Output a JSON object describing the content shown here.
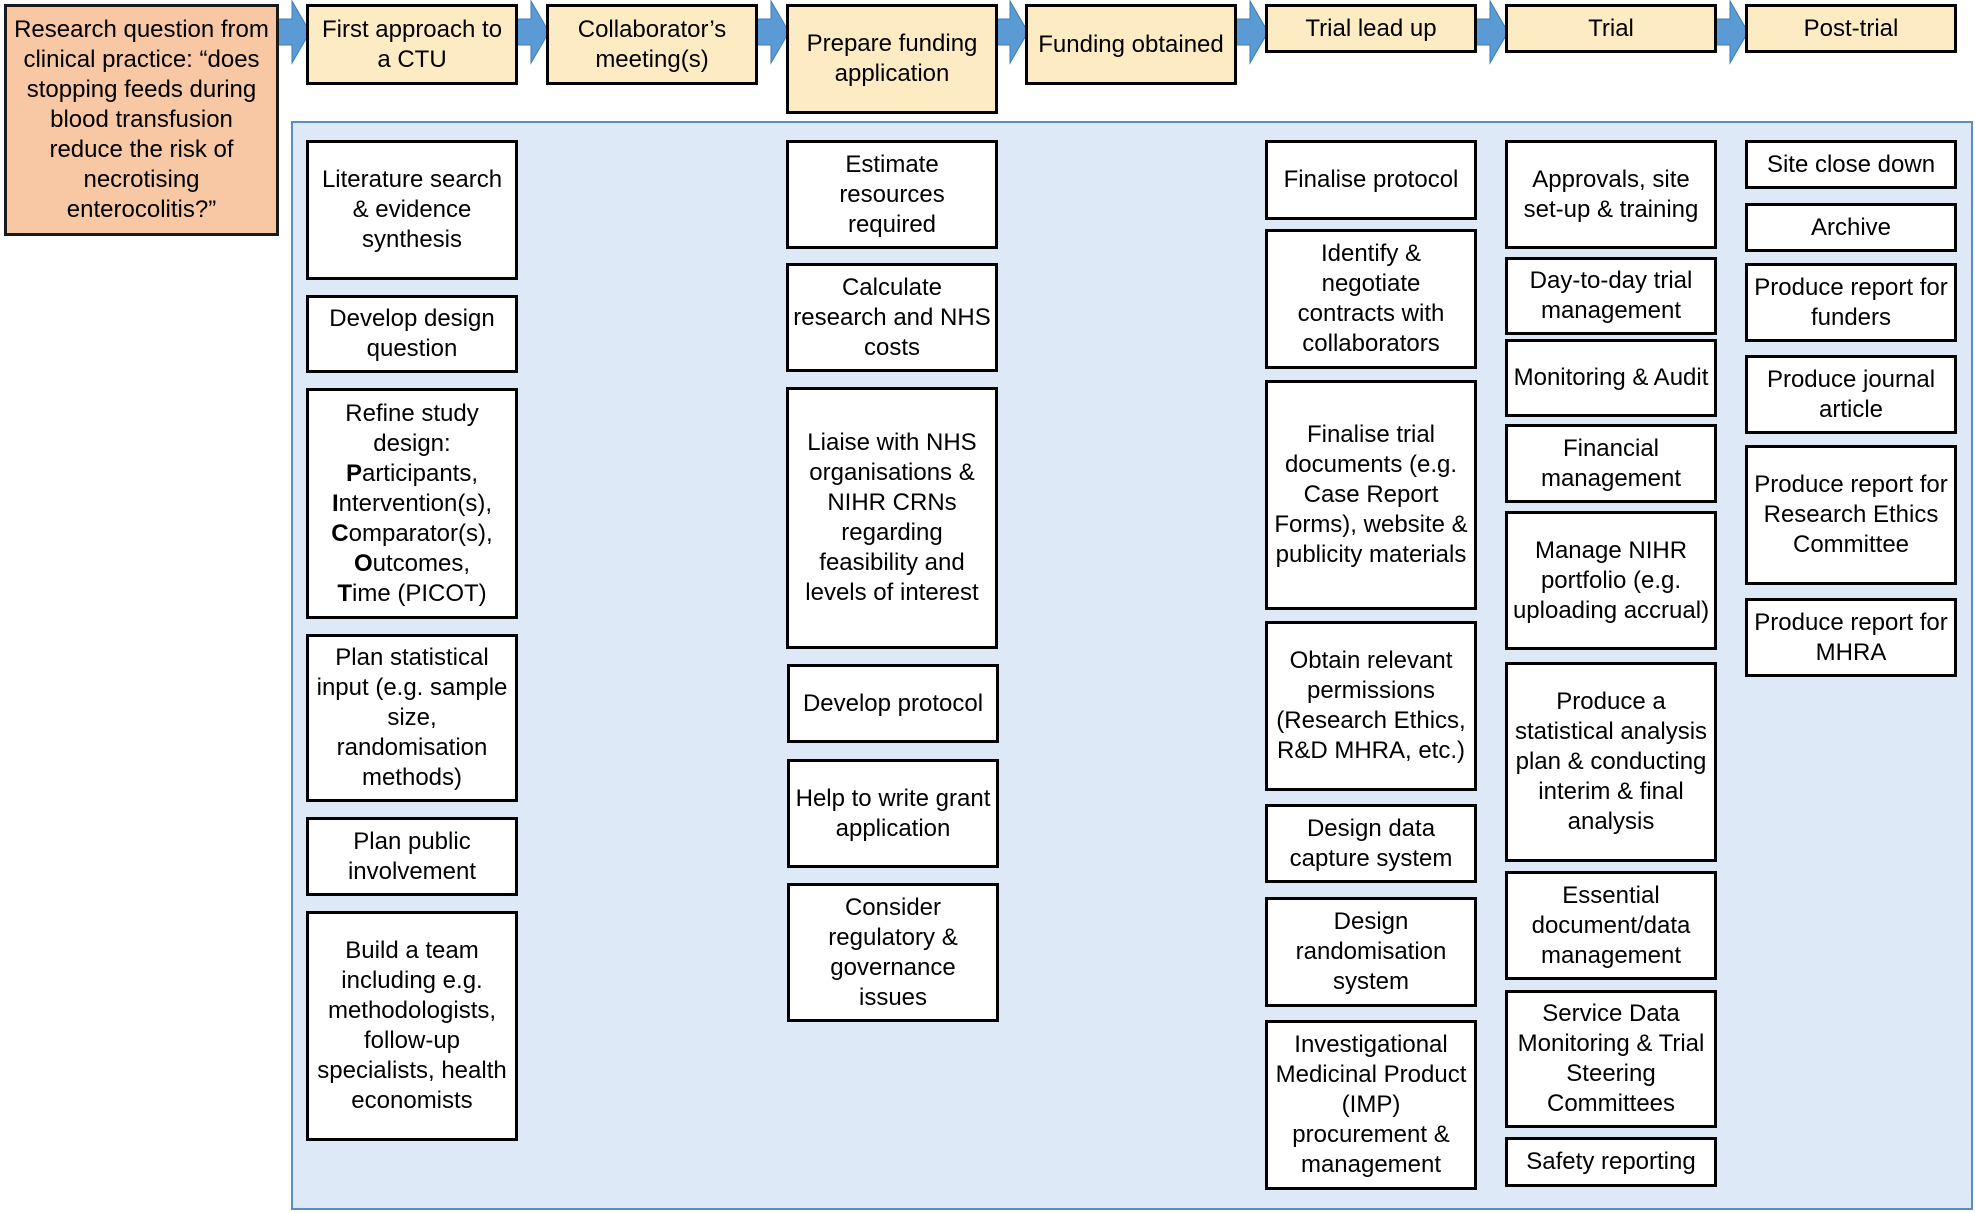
{
  "question": "Research question from clinical practice: “does stopping feeds during blood transfusion reduce the risk of necrotising enterocolitis?”",
  "stages": [
    "First approach to a CTU",
    "Collaborator’s meeting(s)",
    "Prepare funding application",
    "Funding obtained",
    "Trial lead up",
    "Trial",
    "Post-trial"
  ],
  "columns": {
    "first_approach": [
      "Literature search & evidence synthesis",
      "Develop design question",
      "Refine study design:",
      "Plan statistical input (e.g. sample size, randomisation methods)",
      "Plan public involvement",
      "Build a team including e.g. methodologists, follow-up specialists, health economists"
    ],
    "picot": [
      {
        "initial": "P",
        "rest": "articipants,"
      },
      {
        "initial": "I",
        "rest": "ntervention(s),"
      },
      {
        "initial": "C",
        "rest": "omparator(s),"
      },
      {
        "initial": "O",
        "rest": "utcomes,"
      },
      {
        "initial": "T",
        "rest": "ime (PICOT)"
      }
    ],
    "prepare_funding": [
      "Estimate resources required",
      "Calculate research and NHS costs",
      "Liaise with NHS organisations & NIHR CRNs regarding feasibility and levels of interest",
      "Develop protocol",
      "Help to write grant application",
      "Consider regulatory & governance issues"
    ],
    "trial_lead_up": [
      "Finalise protocol",
      "Identify & negotiate contracts with collaborators",
      "Finalise trial documents (e.g. Case Report Forms), website & publicity materials",
      "Obtain relevant permissions (Research Ethics, R&D MHRA, etc.)",
      "Design data capture system",
      "Design randomisation system",
      "Investigational Medicinal Product (IMP) procurement & management"
    ],
    "trial": [
      "Approvals, site set-up & training",
      "Day-to-day trial management",
      "Monitoring & Audit",
      "Financial management",
      "Manage NIHR portfolio (e.g. uploading accrual)",
      "Produce a statistical analysis plan & conducting interim & final analysis",
      "Essential document/data management",
      "Service Data Monitoring & Trial Steering Committees",
      "Safety reporting"
    ],
    "post_trial": [
      "Site close down",
      "Archive",
      "Produce report for funders",
      "Produce journal article",
      "Produce report for Research Ethics Committee",
      "Produce report for MHRA"
    ]
  },
  "colors": {
    "stage_fill": "#fdebc4",
    "question_fill": "#f8c7a4",
    "panel_fill": "#dde9f6",
    "panel_border": "#5b8ec2",
    "arrow_fill": "#5b9bd5"
  }
}
